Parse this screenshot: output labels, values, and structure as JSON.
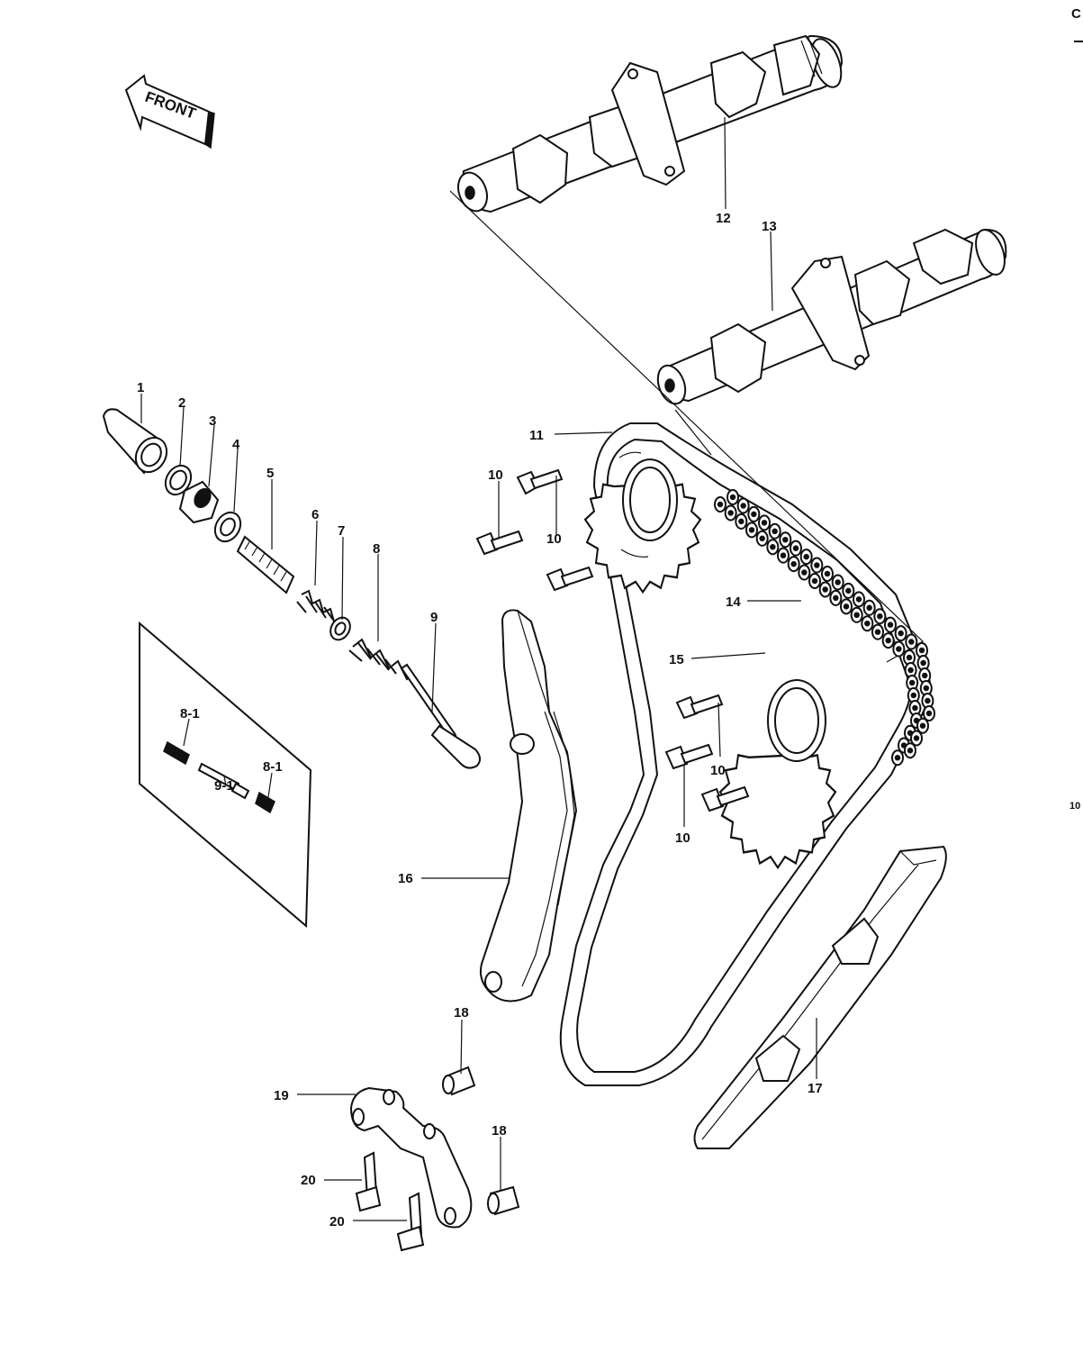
{
  "direction_label": "FRONT",
  "edge_text": {
    "top_right_char": "C",
    "right_char": "10"
  },
  "callouts": [
    {
      "id": "c1",
      "text": "1"
    },
    {
      "id": "c2",
      "text": "2"
    },
    {
      "id": "c3",
      "text": "3"
    },
    {
      "id": "c4",
      "text": "4"
    },
    {
      "id": "c5",
      "text": "5"
    },
    {
      "id": "c6",
      "text": "6"
    },
    {
      "id": "c7",
      "text": "7"
    },
    {
      "id": "c8",
      "text": "8"
    },
    {
      "id": "c9",
      "text": "9"
    },
    {
      "id": "c8-1a",
      "text": "8-1"
    },
    {
      "id": "c8-1b",
      "text": "8-1"
    },
    {
      "id": "c9-1",
      "text": "9-1"
    },
    {
      "id": "c10a",
      "text": "10"
    },
    {
      "id": "c10b",
      "text": "10"
    },
    {
      "id": "c10c",
      "text": "10"
    },
    {
      "id": "c10d",
      "text": "10"
    },
    {
      "id": "c11",
      "text": "11"
    },
    {
      "id": "c12",
      "text": "12"
    },
    {
      "id": "c13",
      "text": "13"
    },
    {
      "id": "c14",
      "text": "14"
    },
    {
      "id": "c15",
      "text": "15"
    },
    {
      "id": "c16",
      "text": "16"
    },
    {
      "id": "c17",
      "text": "17"
    },
    {
      "id": "c18a",
      "text": "18"
    },
    {
      "id": "c18b",
      "text": "18"
    },
    {
      "id": "c19",
      "text": "19"
    },
    {
      "id": "c20a",
      "text": "20"
    },
    {
      "id": "c20b",
      "text": "20"
    }
  ]
}
